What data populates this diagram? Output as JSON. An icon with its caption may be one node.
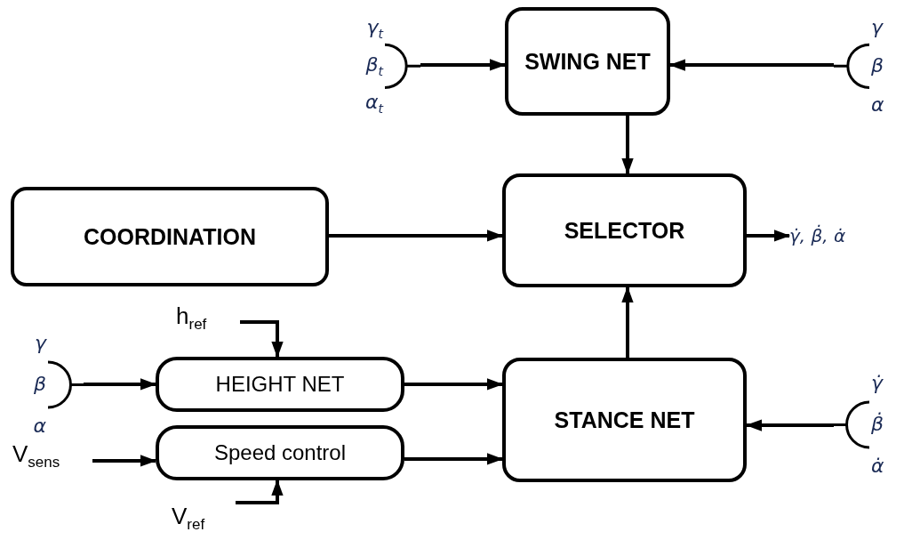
{
  "diagram": {
    "nodes": [
      {
        "text": [
          "SWING NET"
        ]
      },
      {
        "text": [
          "COORDINATION"
        ]
      },
      {
        "text": [
          "SELECTOR"
        ]
      },
      {
        "text": [
          "HEIGHT NET"
        ]
      },
      {
        "text": [
          "Speed control"
        ]
      },
      {
        "text": [
          "STANCE NET"
        ]
      },
      {
        "text": [
          "γ$_{t}$",
          "β$_{t}$",
          "α$_{t}$"
        ]
      },
      {
        "text": [
          "γ",
          "β",
          "α"
        ]
      },
      {
        "text": [
          "γ",
          "β",
          "α"
        ]
      },
      {
        "text": [
          "γ̇",
          "β̇",
          "α̇"
        ]
      },
      {
        "text": [
          "h$_{ref}$"
        ]
      },
      {
        "text": [
          "V$_{sens}$"
        ]
      },
      {
        "text": [
          "V$_{ref}$"
        ]
      },
      {
        "text": [
          "γ̇, β̇, α̇"
        ]
      }
    ],
    "edges": [
      {
        "from": 6,
        "to": 0,
        "arrow": "to"
      },
      {
        "from": 7,
        "to": 0,
        "arrow": "to"
      },
      {
        "from": 0,
        "to": 2,
        "arrow": "to"
      },
      {
        "from": 1,
        "to": 2,
        "arrow": "to"
      },
      {
        "from": 2,
        "to": 13,
        "arrow": "to"
      },
      {
        "from": 5,
        "to": 2,
        "arrow": "to"
      },
      {
        "from": 10,
        "to": 3,
        "arrow": "to"
      },
      {
        "from": 8,
        "to": 3,
        "arrow": "to"
      },
      {
        "from": 3,
        "to": 5,
        "arrow": "to"
      },
      {
        "from": 11,
        "to": 4,
        "arrow": "to"
      },
      {
        "from": 12,
        "to": 4,
        "arrow": "to"
      },
      {
        "from": 4,
        "to": 5,
        "arrow": "to"
      },
      {
        "from": 9,
        "to": 5,
        "arrow": "to"
      }
    ]
  }
}
